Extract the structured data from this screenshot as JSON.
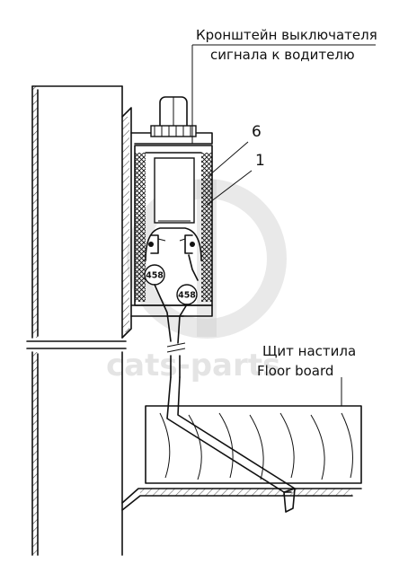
{
  "labels": {
    "bracket_ru_line1": "Кронштейн выключателя",
    "bracket_ru_line2": "сигнала к водителю",
    "callout_6": "6",
    "callout_1": "1",
    "floor_ru": "Щит настила",
    "floor_en": "Floor board",
    "terminal_a": "458",
    "terminal_b": "458"
  },
  "watermark": {
    "text": "cats-parts",
    "color": "#cfcfcf"
  },
  "colors": {
    "ink": "#111111",
    "paper": "#ffffff"
  }
}
